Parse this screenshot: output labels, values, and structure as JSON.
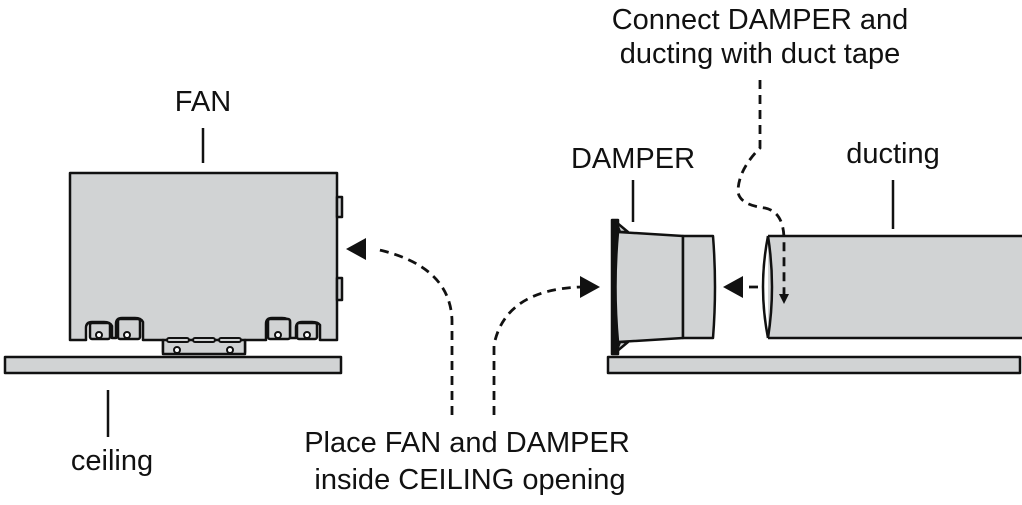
{
  "diagram": {
    "type": "installation-illustration",
    "labels": {
      "fan": "FAN",
      "damper": "DAMPER",
      "ducting": "ducting",
      "ceiling": "ceiling",
      "connect_line1": "Connect DAMPER and",
      "connect_line2": "ducting with duct tape",
      "place_line1": "Place FAN and DAMPER",
      "place_line2": "inside CEILING opening"
    },
    "components": [
      "fan",
      "damper",
      "ducting",
      "ceiling"
    ],
    "colors": {
      "part_fill": "#d1d3d4",
      "outline": "#111111"
    }
  }
}
